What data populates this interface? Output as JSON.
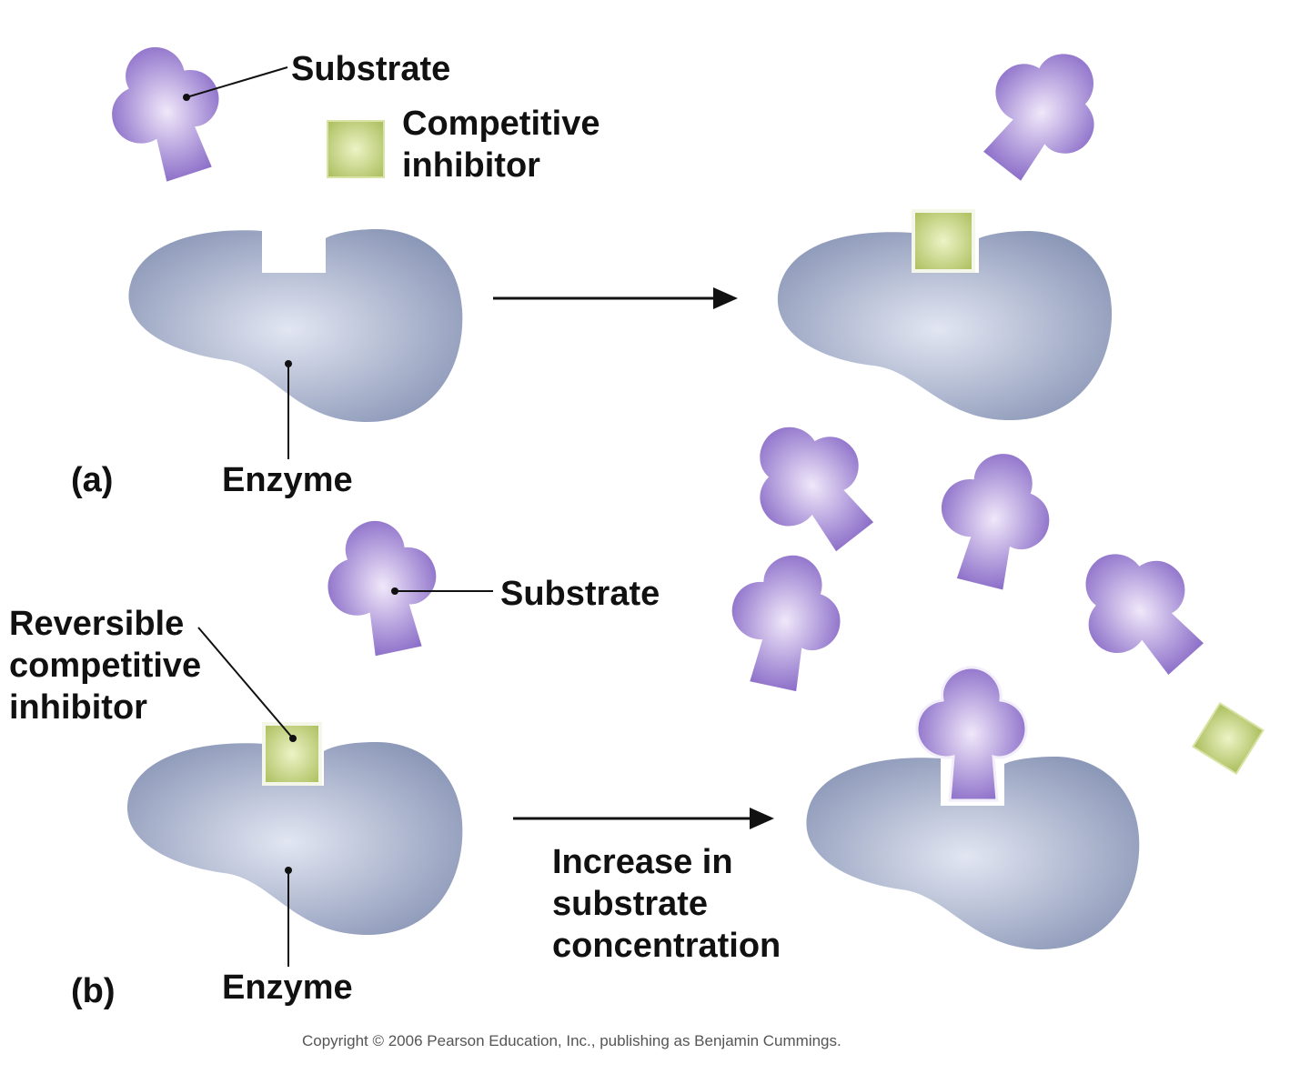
{
  "colors": {
    "enzyme_center": "#e2e6f2",
    "enzyme_edge": "#8c98b8",
    "substrate_center": "#f0e8fa",
    "substrate_edge": "#8a6cc8",
    "inhibitor_center": "#edf3c6",
    "inhibitor_edge": "#a9bd5a",
    "background": "#ffffff"
  },
  "icons": {
    "enzyme": "enzyme-shape",
    "substrate": "substrate-shape",
    "inhibitor": "inhibitor-square",
    "arrow": "right-arrow"
  },
  "panel_a": {
    "label": "(a)",
    "substrate_label": "Substrate",
    "inhibitor_label_line1": "Competitive",
    "inhibitor_label_line2": "inhibitor",
    "enzyme_label": "Enzyme"
  },
  "panel_b": {
    "label": "(b)",
    "substrate_label": "Substrate",
    "inhibitor_label_line1": "Reversible",
    "inhibitor_label_line2": "competitive",
    "inhibitor_label_line3": "inhibitor",
    "enzyme_label": "Enzyme",
    "arrow_label_line1": "Increase in",
    "arrow_label_line2": "substrate",
    "arrow_label_line3": "concentration"
  },
  "copyright": "Copyright © 2006 Pearson Education, Inc., publishing as Benjamin Cummings."
}
